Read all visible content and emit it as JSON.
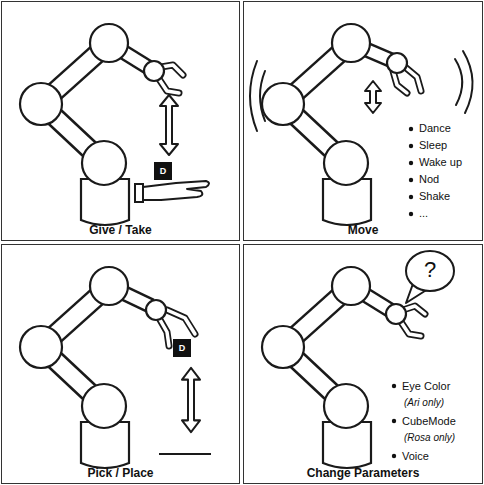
{
  "diagram": {
    "nodes": [
      {
        "text": [
          "Give / Take"
        ]
      },
      {
        "text": [
          "D"
        ],
        "in": 0
      },
      {
        "text": [
          "Move"
        ]
      },
      {
        "text": [
          "Pick / Place"
        ]
      },
      {
        "text": [
          "D"
        ],
        "in": 3
      },
      {
        "text": [
          "Change Parameters"
        ]
      },
      {
        "text": [
          "?"
        ],
        "in": 5
      }
    ],
    "labels": [
      "Dance",
      "Sleep",
      "Wake up",
      "Nod",
      "Shake",
      "...",
      "Eye Color",
      "(Ari only)",
      "CubeMode",
      "(Rosa only)",
      "Voice"
    ]
  }
}
